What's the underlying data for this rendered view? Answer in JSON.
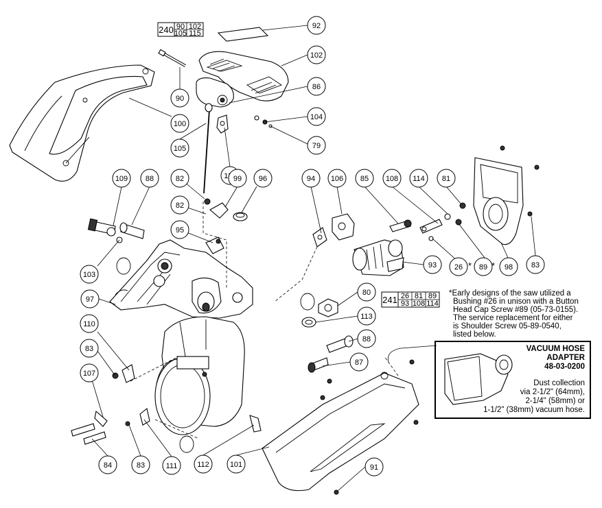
{
  "callouts": [
    {
      "id": "92",
      "label": "92"
    },
    {
      "id": "102",
      "label": "102"
    },
    {
      "id": "90",
      "label": "90"
    },
    {
      "id": "86",
      "label": "86"
    },
    {
      "id": "100",
      "label": "100"
    },
    {
      "id": "104",
      "label": "104"
    },
    {
      "id": "79",
      "label": "79"
    },
    {
      "id": "105",
      "label": "105"
    },
    {
      "id": "115",
      "label": "115"
    },
    {
      "id": "109",
      "label": "109"
    },
    {
      "id": "88a",
      "label": "88"
    },
    {
      "id": "82a",
      "label": "82"
    },
    {
      "id": "99",
      "label": "99"
    },
    {
      "id": "96",
      "label": "96"
    },
    {
      "id": "94",
      "label": "94"
    },
    {
      "id": "106",
      "label": "106"
    },
    {
      "id": "85",
      "label": "85"
    },
    {
      "id": "108",
      "label": "108"
    },
    {
      "id": "114",
      "label": "114"
    },
    {
      "id": "81",
      "label": "81"
    },
    {
      "id": "82b",
      "label": "82"
    },
    {
      "id": "95",
      "label": "95"
    },
    {
      "id": "103",
      "label": "103"
    },
    {
      "id": "97",
      "label": "97"
    },
    {
      "id": "26",
      "label": "26"
    },
    {
      "id": "89",
      "label": "89"
    },
    {
      "id": "98",
      "label": "98"
    },
    {
      "id": "83a",
      "label": "83"
    },
    {
      "id": "93",
      "label": "93"
    },
    {
      "id": "80",
      "label": "80"
    },
    {
      "id": "113",
      "label": "113"
    },
    {
      "id": "110",
      "label": "110"
    },
    {
      "id": "88b",
      "label": "88"
    },
    {
      "id": "83b",
      "label": "83"
    },
    {
      "id": "87",
      "label": "87"
    },
    {
      "id": "107",
      "label": "107"
    },
    {
      "id": "84",
      "label": "84"
    },
    {
      "id": "83c",
      "label": "83"
    },
    {
      "id": "111",
      "label": "111"
    },
    {
      "id": "112",
      "label": "112"
    },
    {
      "id": "101",
      "label": "101"
    },
    {
      "id": "91",
      "label": "91"
    }
  ],
  "asterisks": {
    "a26": "*",
    "a89": "*"
  },
  "kit240": {
    "main": "240",
    "cells": [
      "90",
      "102",
      "105",
      "115"
    ]
  },
  "kit241": {
    "main": "241",
    "cells": [
      "26",
      "81",
      "89",
      "93",
      "108",
      "114"
    ]
  },
  "note": {
    "lines": [
      "*Early designs of the saw utilized a",
      "Bushing #26 in unison with a Button",
      "Head Cap Screw #89 (05-73-0155).",
      "The service replacement for either",
      "is Shoulder Screw 05-89-0540,",
      "listed below."
    ]
  },
  "adapter": {
    "title1": "VACUUM HOSE",
    "title2": "ADAPTER",
    "part_number": "48-03-0200",
    "lines": [
      "Dust collection",
      "via 2-1/2\" (64mm),",
      "2-1/4\" (58mm) or",
      "1-1/2\" (38mm) vacuum hose."
    ]
  }
}
